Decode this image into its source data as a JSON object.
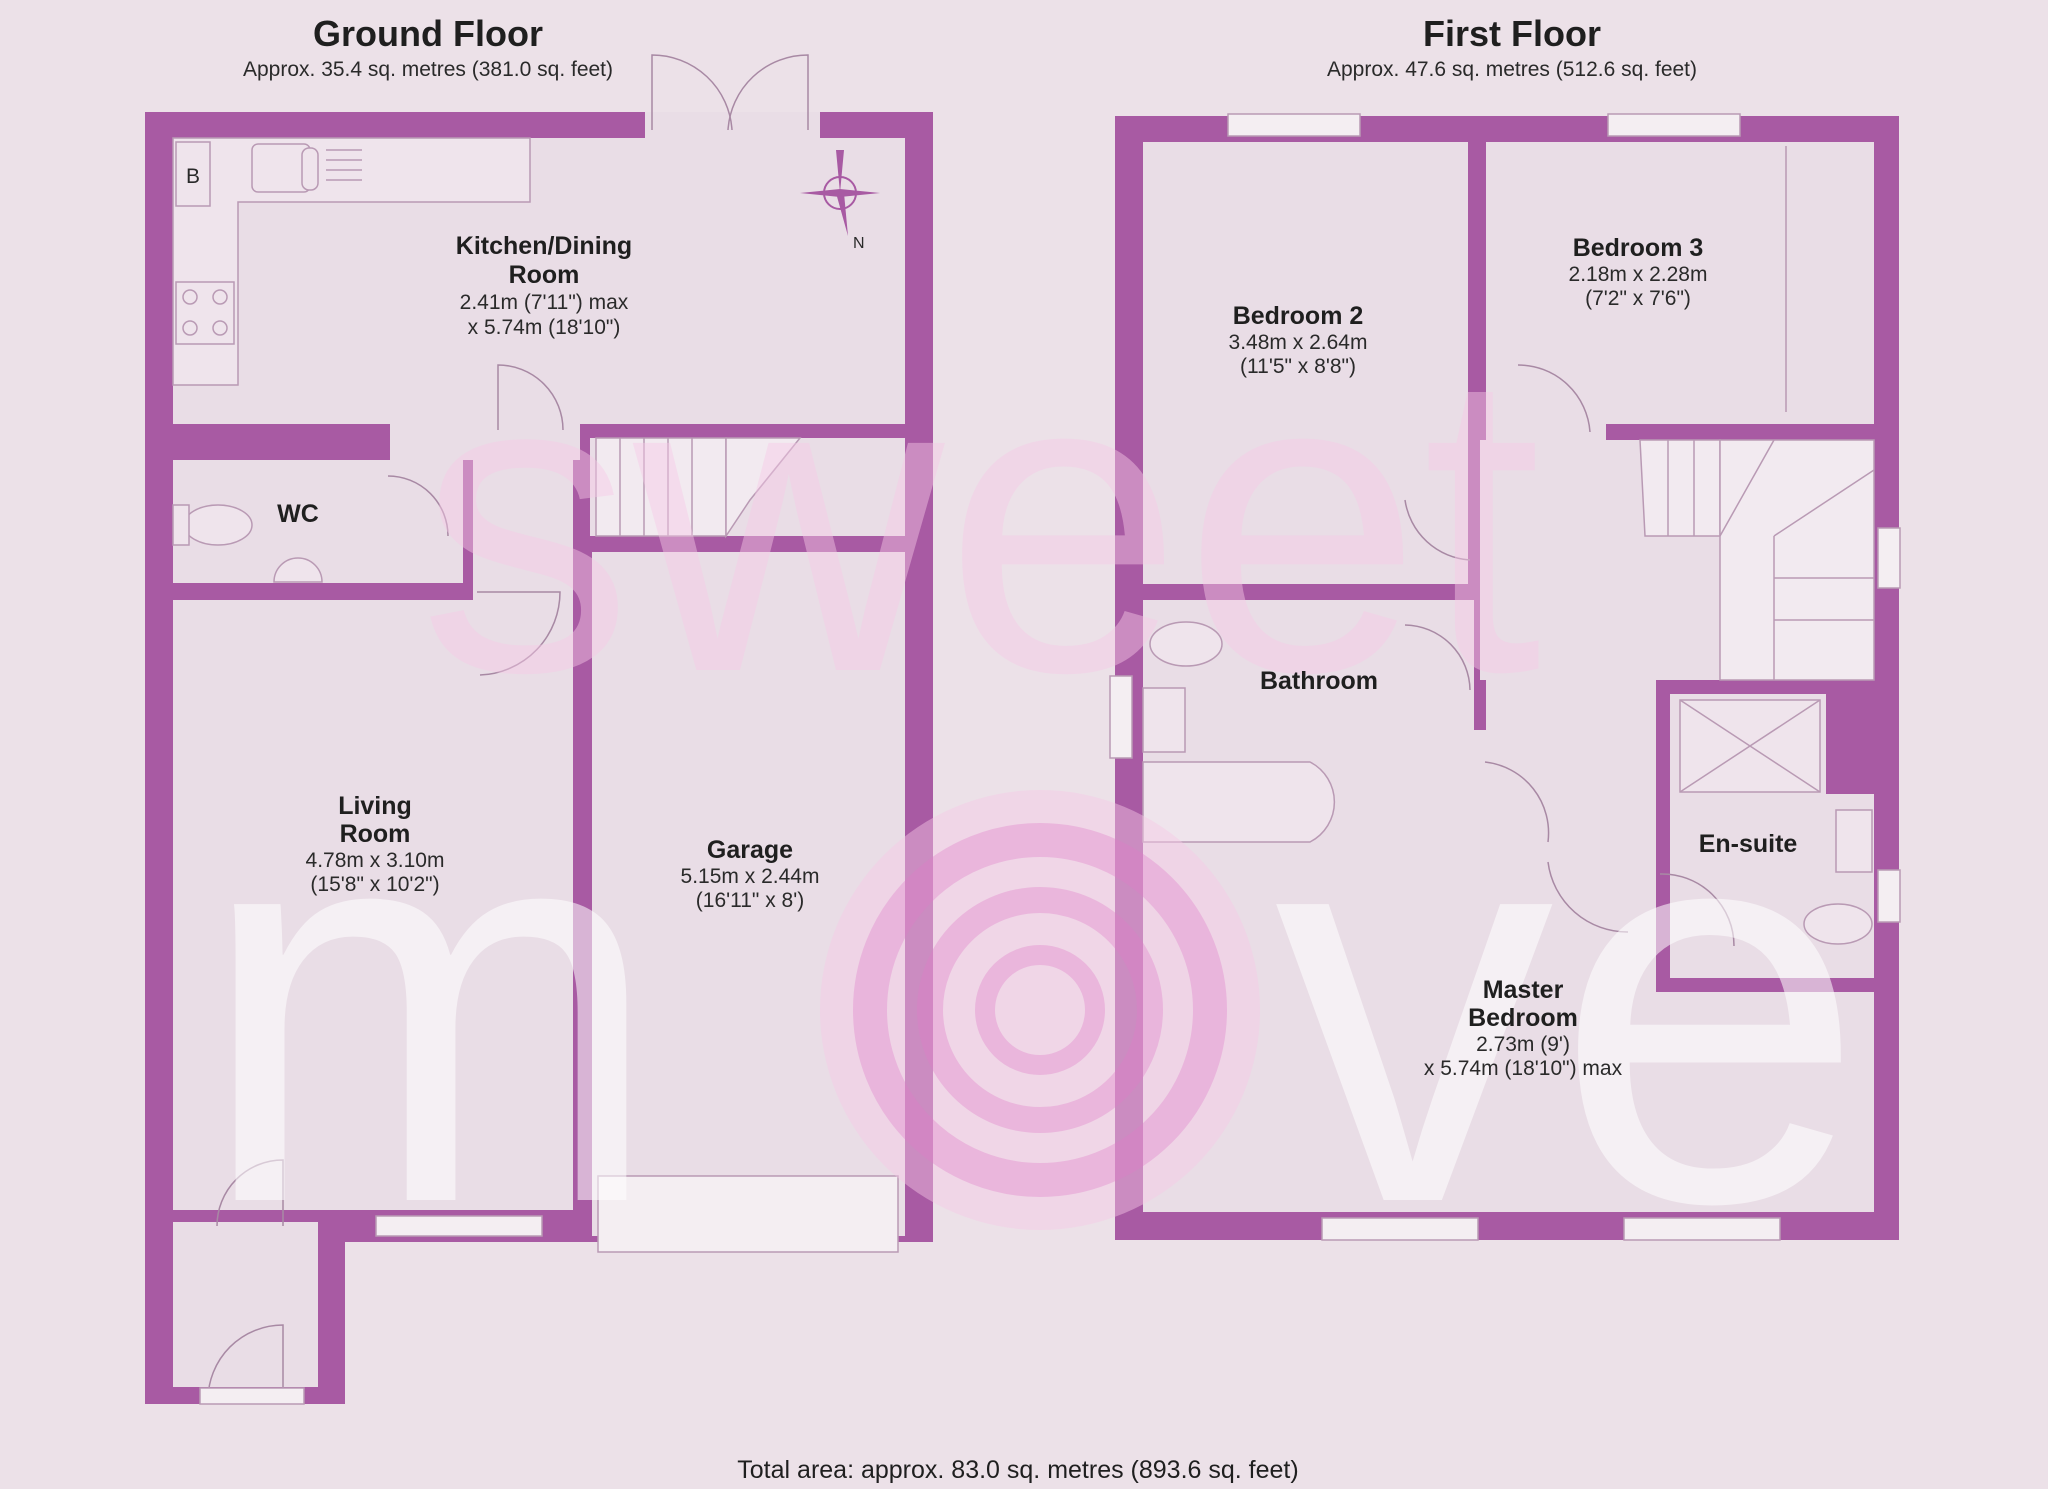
{
  "brand": {
    "watermark_top": "sweet",
    "watermark_bottom_left": "m",
    "watermark_bottom_right": "ve",
    "colors": {
      "wall": "#a85aa3",
      "background": "#ece1e8",
      "watermark_pink": "#f7c9e6",
      "swirl": "#e07ac8"
    }
  },
  "ground_floor": {
    "title": "Ground Floor",
    "area": "Approx. 35.4 sq. metres (381.0 sq. feet)",
    "rooms": {
      "kitchen": {
        "name_line1": "Kitchen/Dining",
        "name_line2": "Room",
        "dim_line1": "2.41m (7'11\") max",
        "dim_line2": "x 5.74m (18'10\")"
      },
      "wc": {
        "name": "WC"
      },
      "living": {
        "name_line1": "Living",
        "name_line2": "Room",
        "dim_line1": "4.78m x 3.10m",
        "dim_line2": "(15'8\" x 10'2\")"
      },
      "garage": {
        "name": "Garage",
        "dim_line1": "5.15m x 2.44m",
        "dim_line2": "(16'11\" x 8')"
      }
    },
    "boiler_label": "B",
    "compass_label": "N"
  },
  "first_floor": {
    "title": "First Floor",
    "area": "Approx. 47.6 sq. metres (512.6 sq. feet)",
    "rooms": {
      "bedroom2": {
        "name": "Bedroom 2",
        "dim_line1": "3.48m x 2.64m",
        "dim_line2": "(11'5\" x 8'8\")"
      },
      "bedroom3": {
        "name": "Bedroom 3",
        "dim_line1": "2.18m x 2.28m",
        "dim_line2": "(7'2\" x 7'6\")"
      },
      "bathroom": {
        "name": "Bathroom"
      },
      "ensuite": {
        "name": "En-suite"
      },
      "master": {
        "name_line1": "Master",
        "name_line2": "Bedroom",
        "dim_line1": "2.73m (9')",
        "dim_line2": "x 5.74m (18'10\") max"
      }
    }
  },
  "total_area": "Total area: approx. 83.0 sq. metres (893.6 sq. feet)"
}
